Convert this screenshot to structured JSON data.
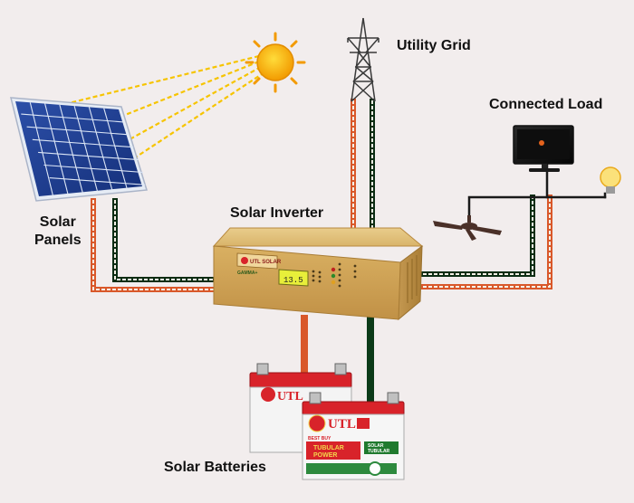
{
  "labels": {
    "utility_grid": "Utility Grid",
    "connected_load": "Connected Load",
    "solar_panels_line1": "Solar",
    "solar_panels_line2": "Panels",
    "solar_inverter": "Solar Inverter",
    "solar_batteries": "Solar Batteries"
  },
  "inverter": {
    "brand": "UTL SOLAR",
    "model": "GAMMA+",
    "display_reading": "13.5"
  },
  "battery": {
    "brand": "UTL",
    "series_line1": "BEST BUY",
    "series_line2": "TUBULAR",
    "series_line3": "POWER",
    "type_line1": "SOLAR",
    "type_line2": "TUBULAR"
  },
  "colors": {
    "background": "#f2eded",
    "negative_wire": "#0b2d13",
    "positive_wire": "#d9582a",
    "wire_dots": "#f5f0e6",
    "inverter_body": "#d4aa61",
    "battery_red": "#d8232a",
    "sun": "#f7b500",
    "sunbeam": "#f6c400",
    "panel_cell": "#1d3a8a"
  }
}
